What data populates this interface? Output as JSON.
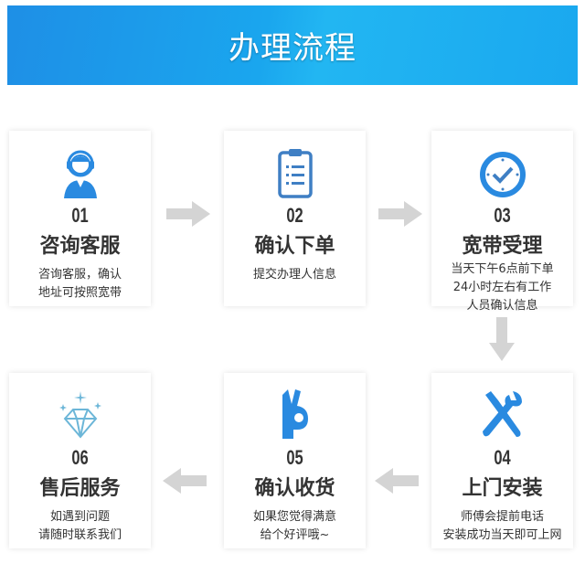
{
  "header": {
    "title": "办理流程"
  },
  "colors": {
    "accent": "#2a8ae0",
    "arrow": "#d0d0d0"
  },
  "steps": [
    {
      "num": "01",
      "title": "咨询客服",
      "desc": [
        "咨询客服，确认",
        "地址可按照宽带"
      ],
      "icon": "customer-service-icon"
    },
    {
      "num": "02",
      "title": "确认下单",
      "desc": [
        "提交办理人信息"
      ],
      "icon": "clipboard-icon"
    },
    {
      "num": "03",
      "title": "宽带受理",
      "desc": [
        "当天下午6点前下单",
        "24小时左右有工作",
        "人员确认信息"
      ],
      "icon": "clock-check-icon"
    },
    {
      "num": "04",
      "title": "上门安装",
      "desc": [
        "师傅会提前电话",
        "安装成功当天即可上网"
      ],
      "icon": "tools-icon"
    },
    {
      "num": "05",
      "title": "确认收货",
      "desc": [
        "如果您觉得满意",
        "给个好评哦~"
      ],
      "icon": "ok-hand-icon"
    },
    {
      "num": "06",
      "title": "售后服务",
      "desc": [
        "如遇到问题",
        "请随时联系我们"
      ],
      "icon": "diamond-icon"
    }
  ]
}
